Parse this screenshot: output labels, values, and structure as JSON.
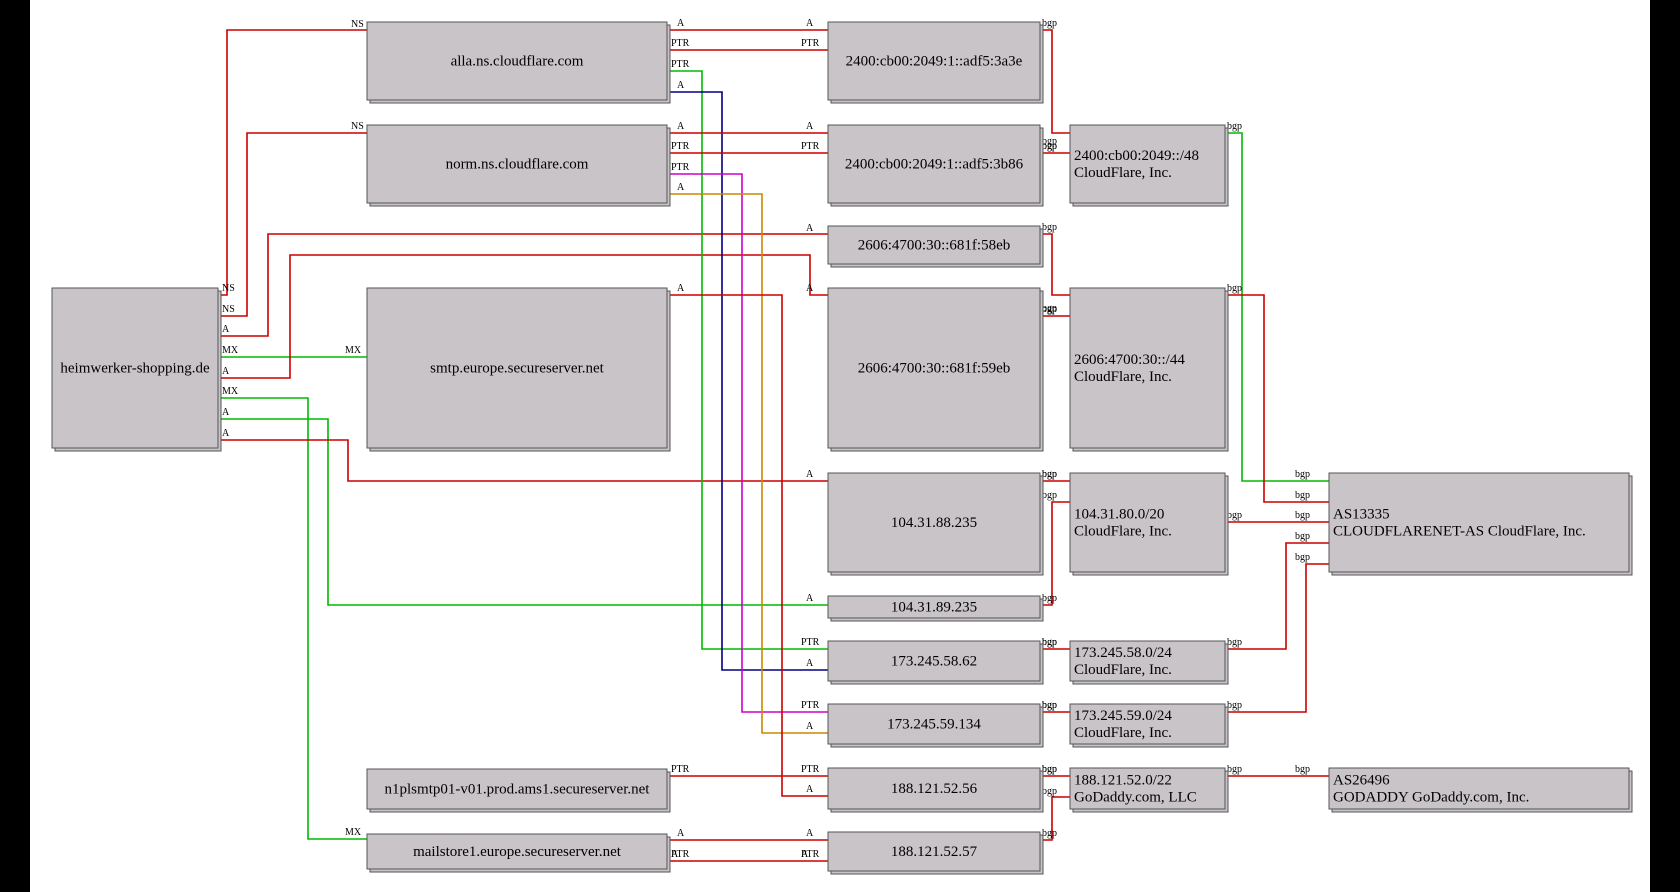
{
  "diagram": {
    "nodes": [
      {
        "id": "heimwerker",
        "lines": [
          "heimwerker-shopping.de"
        ]
      },
      {
        "id": "alla",
        "lines": [
          "alla.ns.cloudflare.com"
        ]
      },
      {
        "id": "norm",
        "lines": [
          "norm.ns.cloudflare.com"
        ]
      },
      {
        "id": "smtp",
        "lines": [
          "smtp.europe.secureserver.net"
        ]
      },
      {
        "id": "n1pismtp",
        "lines": [
          "n1plsmtp01-v01.prod.ams1.secureserver.net"
        ]
      },
      {
        "id": "mailstore",
        "lines": [
          "mailstore1.europe.secureserver.net"
        ]
      },
      {
        "id": "ip6_3a3e",
        "lines": [
          "2400:cb00:2049:1::adf5:3a3e"
        ]
      },
      {
        "id": "ip6_3b86",
        "lines": [
          "2400:cb00:2049:1::adf5:3b86"
        ]
      },
      {
        "id": "ip6_58eb",
        "lines": [
          "2606:4700:30::681f:58eb"
        ]
      },
      {
        "id": "ip6_59eb",
        "lines": [
          "2606:4700:30::681f:59eb"
        ]
      },
      {
        "id": "ip_88",
        "lines": [
          "104.31.88.235"
        ]
      },
      {
        "id": "ip_89",
        "lines": [
          "104.31.89.235"
        ]
      },
      {
        "id": "ip_58_62",
        "lines": [
          "173.245.58.62"
        ]
      },
      {
        "id": "ip_59_134",
        "lines": [
          "173.245.59.134"
        ]
      },
      {
        "id": "ip_188_56",
        "lines": [
          "188.121.52.56"
        ]
      },
      {
        "id": "ip_188_57",
        "lines": [
          "188.121.52.57"
        ]
      },
      {
        "id": "pfx_2400",
        "lines": [
          "2400:cb00:2049::/48",
          "CloudFlare, Inc."
        ]
      },
      {
        "id": "pfx_2606",
        "lines": [
          "2606:4700:30::/44",
          "CloudFlare, Inc."
        ]
      },
      {
        "id": "pfx_104",
        "lines": [
          "104.31.80.0/20",
          "CloudFlare, Inc."
        ]
      },
      {
        "id": "pfx_173_58",
        "lines": [
          "173.245.58.0/24",
          "CloudFlare, Inc."
        ]
      },
      {
        "id": "pfx_173_59",
        "lines": [
          "173.245.59.0/24",
          "CloudFlare, Inc."
        ]
      },
      {
        "id": "pfx_188",
        "lines": [
          "188.121.52.0/22",
          "GoDaddy.com, LLC"
        ]
      },
      {
        "id": "as13335",
        "lines": [
          "AS13335",
          "CLOUDFLARENET-AS CloudFlare, Inc."
        ]
      },
      {
        "id": "as26496",
        "lines": [
          "AS26496",
          "GODADDY GoDaddy.com, Inc."
        ]
      }
    ],
    "edges": [
      {
        "color": "#cc0000",
        "tail": "NS",
        "head": "NS"
      },
      {
        "color": "#cc0000",
        "tail": "NS",
        "head": "NS"
      },
      {
        "color": "#cc0000",
        "tail": "A",
        "head": "A"
      },
      {
        "color": "#00bb00",
        "tail": "MX",
        "head": "MX"
      },
      {
        "color": "#cc0000",
        "tail": "A",
        "head": "A"
      },
      {
        "color": "#00bb00",
        "tail": "MX",
        "head": "MX"
      },
      {
        "color": "#00bb00",
        "tail": "A",
        "head": "A"
      },
      {
        "color": "#cc0000",
        "tail": "A",
        "head": "A"
      },
      {
        "color": "#cc0000",
        "tail": "A",
        "head": "A"
      },
      {
        "color": "#cc0000",
        "tail": "PTR",
        "head": "PTR"
      },
      {
        "color": "#00bb00",
        "tail": "PTR",
        "head": "PTR"
      },
      {
        "color": "#000080",
        "tail": "A",
        "head": "A"
      },
      {
        "color": "#cc0000",
        "tail": "A",
        "head": "A"
      },
      {
        "color": "#cc0000",
        "tail": "PTR",
        "head": "PTR"
      },
      {
        "color": "#cc00cc",
        "tail": "PTR",
        "head": "PTR"
      },
      {
        "color": "#cc8800",
        "tail": "A",
        "head": "A"
      },
      {
        "color": "#cc0000",
        "tail": "A",
        "head": "A"
      },
      {
        "color": "#cc0000",
        "tail": "PTR",
        "head": "PTR"
      },
      {
        "color": "#cc0000",
        "tail": "A",
        "head": "A"
      },
      {
        "color": "#cc0000",
        "tail": "A",
        "head": "A"
      },
      {
        "color": "#cc0000",
        "tail": "PTR",
        "head": "PTR"
      },
      {
        "color": "#cc0000",
        "tail": "bgp",
        "head": "bgp"
      },
      {
        "color": "#cc0000",
        "tail": "bgp",
        "head": "bgp"
      },
      {
        "color": "#cc0000",
        "tail": "bgp",
        "head": "bgp"
      },
      {
        "color": "#cc0000",
        "tail": "bgp",
        "head": "bgp"
      },
      {
        "color": "#cc0000",
        "tail": "bgp",
        "head": "bgp"
      },
      {
        "color": "#cc0000",
        "tail": "bgp",
        "head": "bgp"
      },
      {
        "color": "#cc0000",
        "tail": "bgp",
        "head": "bgp"
      },
      {
        "color": "#cc0000",
        "tail": "bgp",
        "head": "bgp"
      },
      {
        "color": "#cc0000",
        "tail": "bgp",
        "head": "bgp"
      },
      {
        "color": "#cc0000",
        "tail": "bgp",
        "head": "bgp"
      },
      {
        "color": "#00bb00",
        "tail": "bgp",
        "head": "bgp"
      },
      {
        "color": "#cc0000",
        "tail": "bgp",
        "head": "bgp"
      },
      {
        "color": "#cc0000",
        "tail": "bgp",
        "head": "bgp"
      },
      {
        "color": "#cc0000",
        "tail": "bgp",
        "head": "bgp"
      },
      {
        "color": "#cc0000",
        "tail": "bgp",
        "head": "bgp"
      },
      {
        "color": "#cc0000",
        "tail": "bgp",
        "head": "bgp"
      }
    ]
  }
}
